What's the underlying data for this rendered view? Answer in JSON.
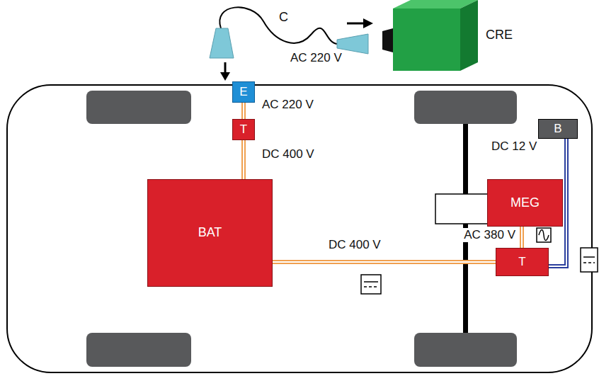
{
  "diagram": {
    "nodes": [
      {
        "text": [
          "CRE"
        ]
      },
      {
        "text": [
          "E"
        ]
      },
      {
        "text": [
          "T"
        ]
      },
      {
        "text": [
          "B"
        ]
      },
      {
        "text": [
          "BAT"
        ]
      },
      {
        "text": [
          "MEG"
        ]
      },
      {
        "text": [
          "T"
        ]
      }
    ],
    "edges": [
      {
        "from": 1,
        "to": 2,
        "arrow": "none",
        "label": "AC 220 V"
      },
      {
        "from": 2,
        "to": 4,
        "arrow": "none",
        "label": "DC 400 V"
      },
      {
        "from": 4,
        "to": 6,
        "arrow": "none",
        "label": "DC 400 V"
      },
      {
        "from": 5,
        "to": 6,
        "arrow": "none",
        "label": "AC 380 V"
      },
      {
        "from": 3,
        "to": 6,
        "arrow": "none",
        "label": "DC 12 V"
      }
    ],
    "labels": [
      "C",
      "AC 220 V"
    ]
  }
}
